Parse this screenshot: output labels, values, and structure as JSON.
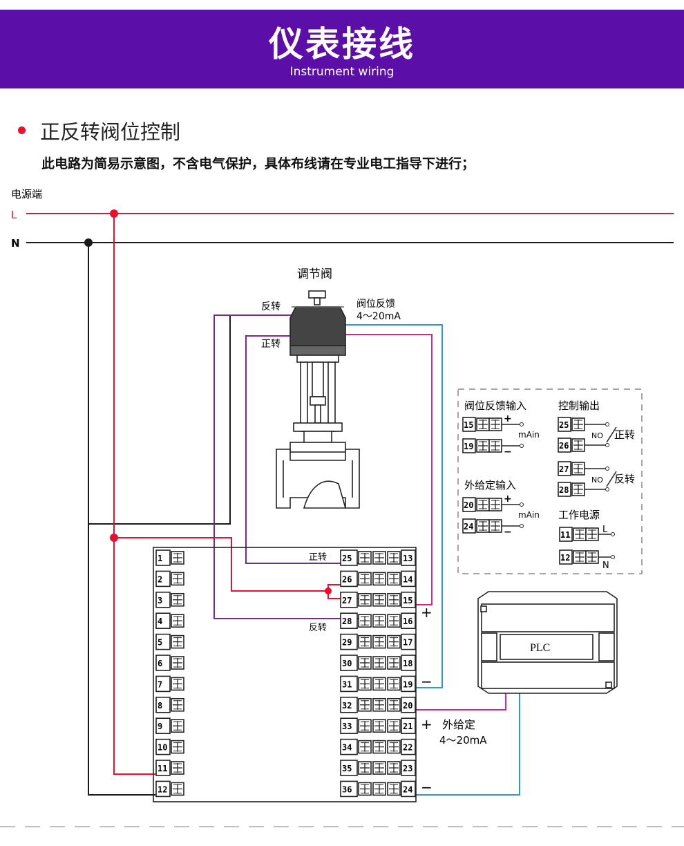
{
  "banner": {
    "title": "仪表接线",
    "subtitle": "Instrument wiring"
  },
  "section": {
    "title": "正反转阀位控制",
    "notice": "此电路为简易示意图，不含电气保护，具体布线请在专业电工指导下进行；"
  },
  "power": {
    "label": "电源端",
    "L": "L",
    "N": "N"
  },
  "valve": {
    "title": "调节阀",
    "reverse": "反转",
    "forward": "正转",
    "feedback": "阀位反馈",
    "feedback_range": "4～20mA"
  },
  "legend": {
    "feedback_input": "阀位反馈输入",
    "control_output": "控制输出",
    "setpoint_input": "外给定输入",
    "power_supply": "工作电源",
    "plus": "+",
    "minus": "−",
    "mA": "mAin",
    "no": "NO",
    "forward": "正转",
    "reverse": "反转",
    "L": "L",
    "N": "N",
    "t15": "15",
    "t19": "19",
    "t20": "20",
    "t24": "24",
    "t25": "25",
    "t26": "26",
    "t27": "27",
    "t28": "28",
    "t11": "11",
    "t12": "12"
  },
  "terminal_block": {
    "left": [
      "1",
      "2",
      "3",
      "4",
      "5",
      "6",
      "7",
      "8",
      "9",
      "10",
      "11",
      "12"
    ],
    "mid": [
      "25",
      "26",
      "27",
      "28",
      "29",
      "30",
      "31",
      "32",
      "33",
      "34",
      "35",
      "36"
    ],
    "right": [
      "13",
      "14",
      "15",
      "16",
      "17",
      "18",
      "19",
      "20",
      "21",
      "22",
      "23",
      "24"
    ],
    "forward": "正转",
    "reverse": "反转"
  },
  "plc": {
    "label": "PLC"
  },
  "side": {
    "plus": "+",
    "minus": "−",
    "plus2": "+",
    "minus2": "−",
    "external": "外给定",
    "external_range": "4～20mA"
  },
  "colors": {
    "banner": "#5b0fa8",
    "L": "#e8102d",
    "N": "#1a1a1a",
    "purple": "#7a2a8c",
    "pink": "#d6288a",
    "blue": "#2a9bd8"
  }
}
